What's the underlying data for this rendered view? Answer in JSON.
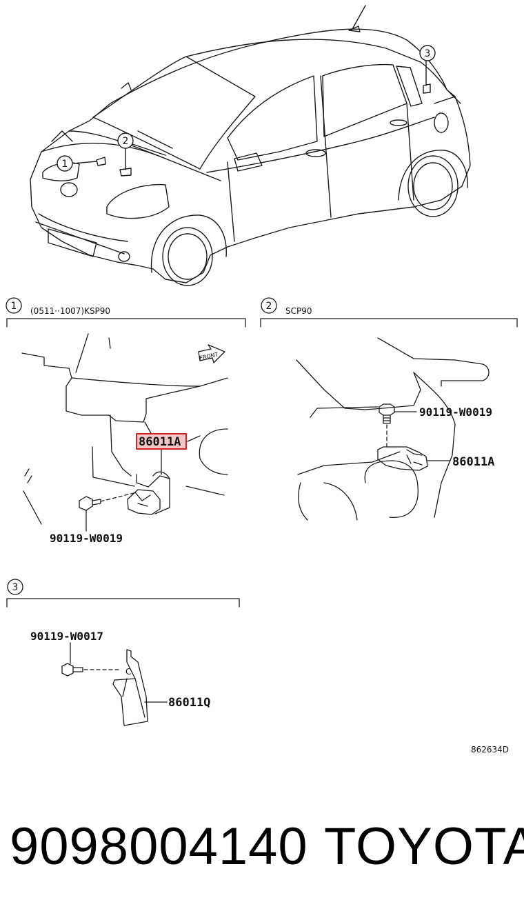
{
  "overview": {
    "callouts": [
      "1",
      "2",
      "3"
    ]
  },
  "sections": [
    {
      "number": "1",
      "variant": "(0511··1007)KSP90",
      "front_label": "FRONT",
      "parts": [
        "86011A",
        "90119-W0019"
      ]
    },
    {
      "number": "2",
      "variant": "SCP90",
      "parts": [
        "90119-W0019",
        "86011A"
      ]
    },
    {
      "number": "3",
      "variant": "",
      "clip_letter": "C",
      "parts": [
        "90119-W0017",
        "86011Q"
      ]
    }
  ],
  "figure_code": "862634D",
  "footer": {
    "part_number": "9098004140",
    "brand": "TOYOTA"
  },
  "colors": {
    "line": "#1a1a1a",
    "highlight_fill": "#f3c6c6",
    "highlight_border": "#d02020"
  }
}
